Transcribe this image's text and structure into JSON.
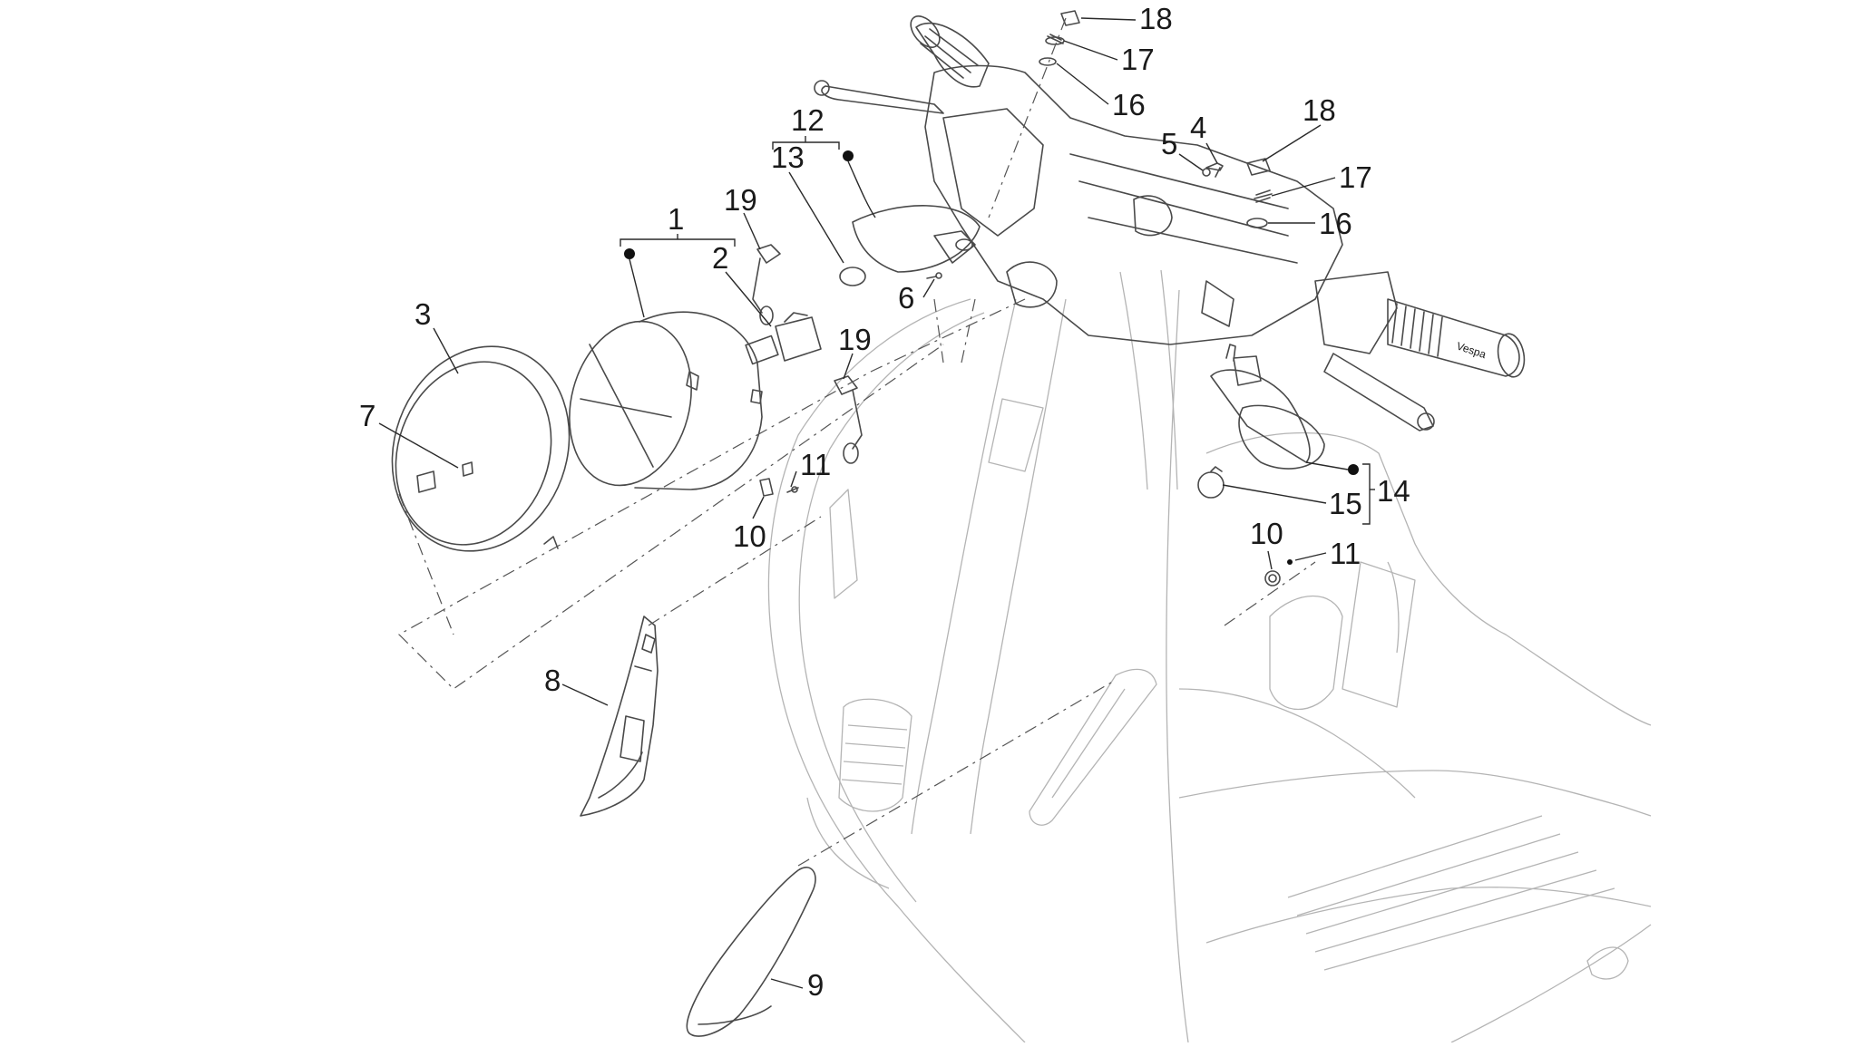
{
  "callouts": {
    "c1": "1",
    "c2": "2",
    "c3": "3",
    "c4": "4",
    "c5": "5",
    "c6": "6",
    "c7": "7",
    "c8": "8",
    "c9": "9",
    "c10a": "10",
    "c10b": "10",
    "c11a": "11",
    "c11b": "11",
    "c12": "12",
    "c13": "13",
    "c14": "14",
    "c15": "15",
    "c16a": "16",
    "c16b": "16",
    "c17a": "17",
    "c17b": "17",
    "c18a": "18",
    "c18b": "18",
    "c19a": "19",
    "c19b": "19"
  },
  "grip_brand": "Vespa",
  "colors": {
    "line": "#4a4a4a",
    "body_line": "#b4b4b4",
    "text": "#1a1a1a"
  }
}
